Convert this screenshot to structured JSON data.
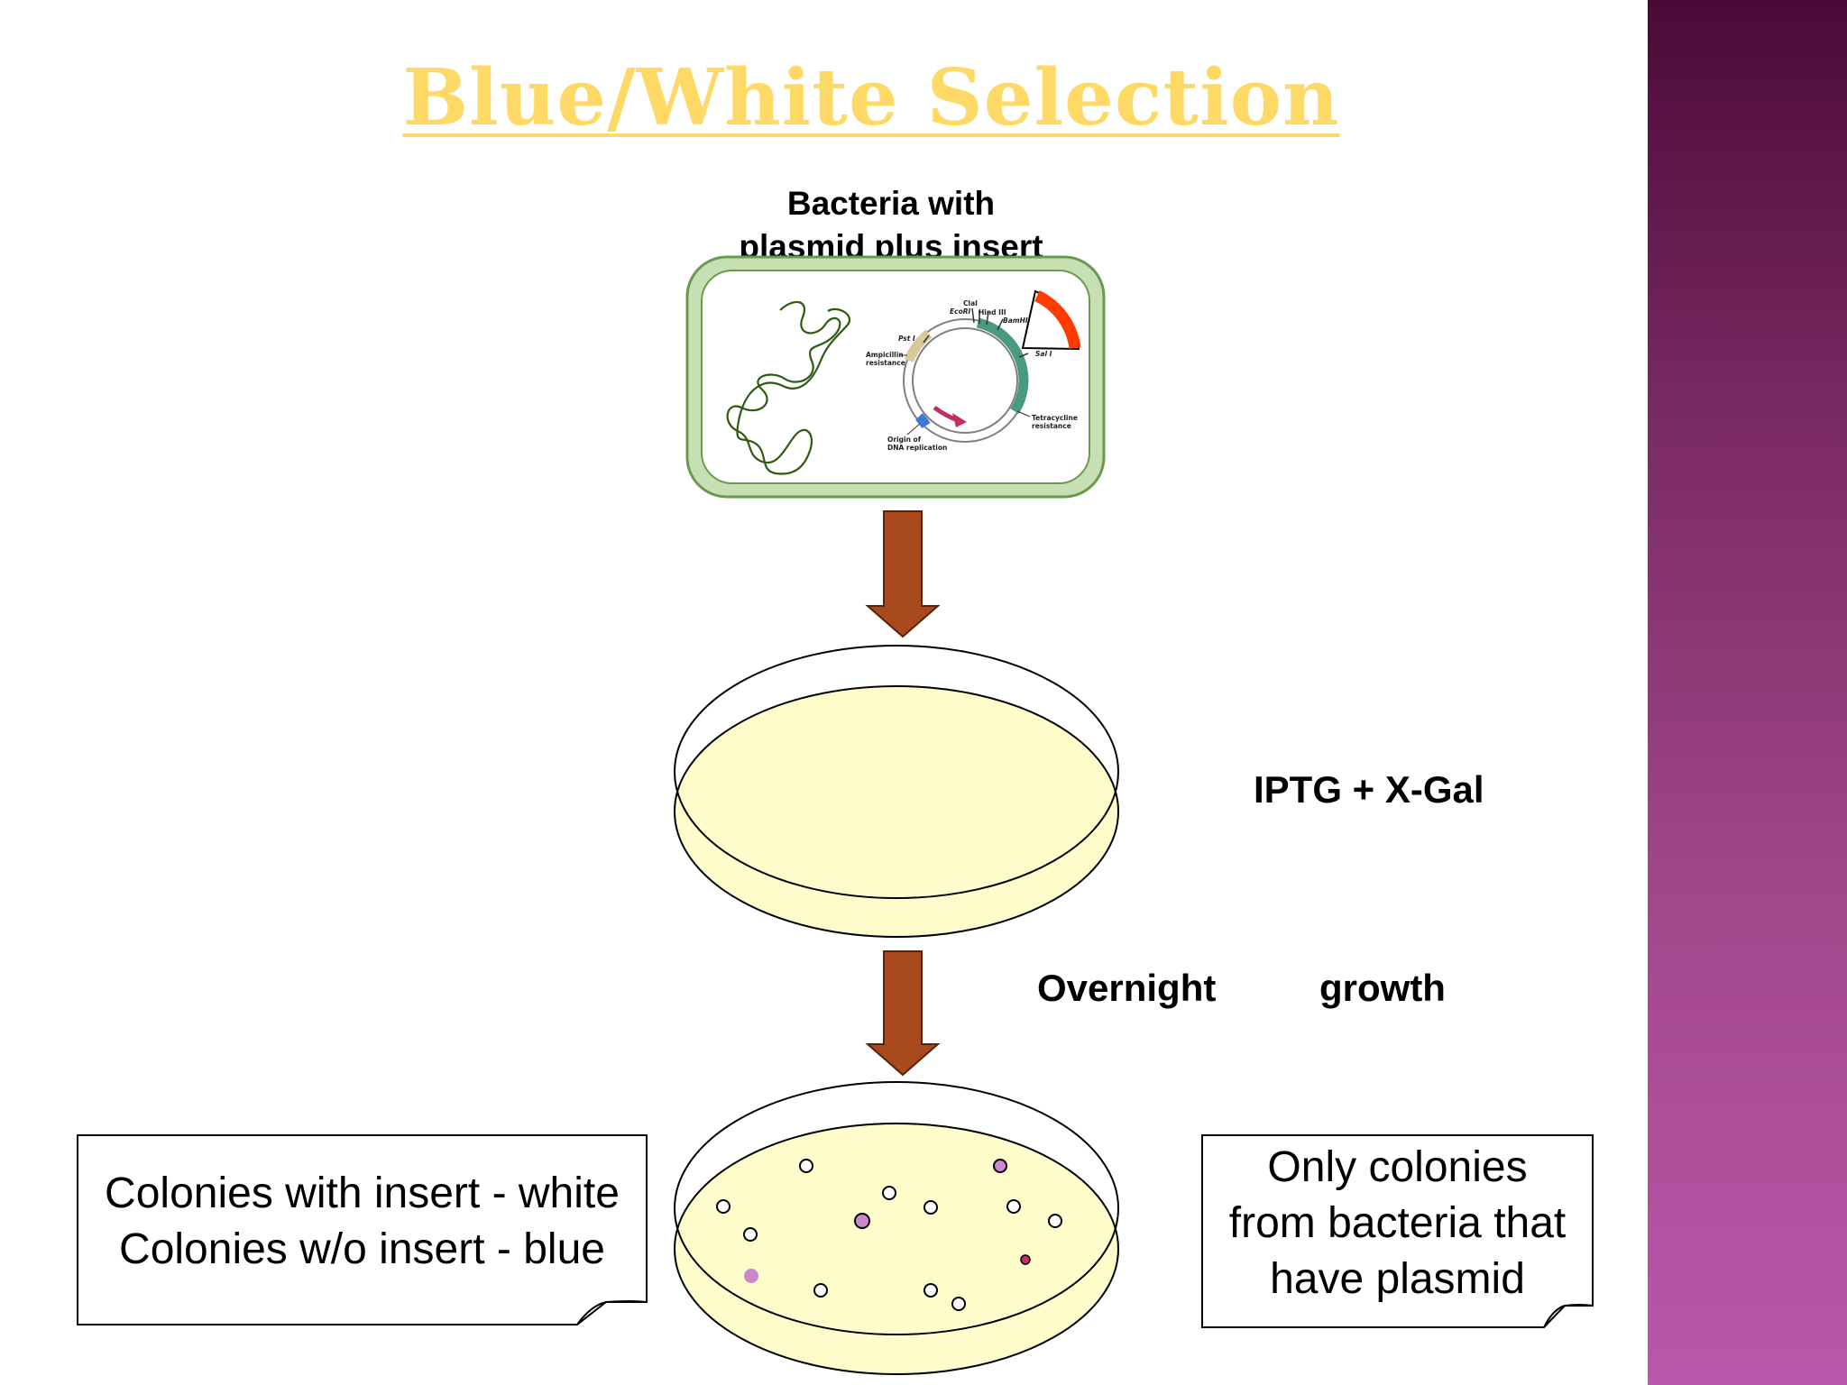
{
  "title": "Blue/White Selection",
  "bacteria_label": {
    "line1": "Bacteria with",
    "line2": "plasmid plus insert"
  },
  "plasmid_labels": {
    "cla": "ClaI",
    "ecori": "EcoRI",
    "hind": "Hind III",
    "bamhi": "BamHI",
    "sali": "Sal I",
    "psti": "Pst I",
    "amp_line1": "Ampicillin",
    "amp_line2": "resistance",
    "tet_line1": "Tetracycline",
    "tet_line2": "resistance",
    "ori_line1": "Origin of",
    "ori_line2": "DNA replication"
  },
  "media_label": "IPTG  + X-Gal",
  "growth_label": {
    "word1": "Overnight",
    "word2": "growth"
  },
  "left_callout": {
    "line1": "Colonies with insert - white",
    "line2": "Colonies w/o insert - blue"
  },
  "right_callout": {
    "line1": "Only colonies",
    "line2": "from bacteria that",
    "line3": "have plasmid"
  },
  "colors": {
    "title": "#ffd966",
    "arrow": "#a84a1c",
    "cell_outer": "#c6e0b4",
    "cell_border": "#6a9a50",
    "agar": "#fffccc",
    "chromosome": "#2f5a10",
    "insert": "#ff3b00",
    "tet_gene": "#4a9a82",
    "amp_gene": "#d8c89a",
    "ori_gene": "#3a7ad8",
    "promoter_arrow": "#c0305a",
    "blue_colony": "#cc88cc"
  }
}
